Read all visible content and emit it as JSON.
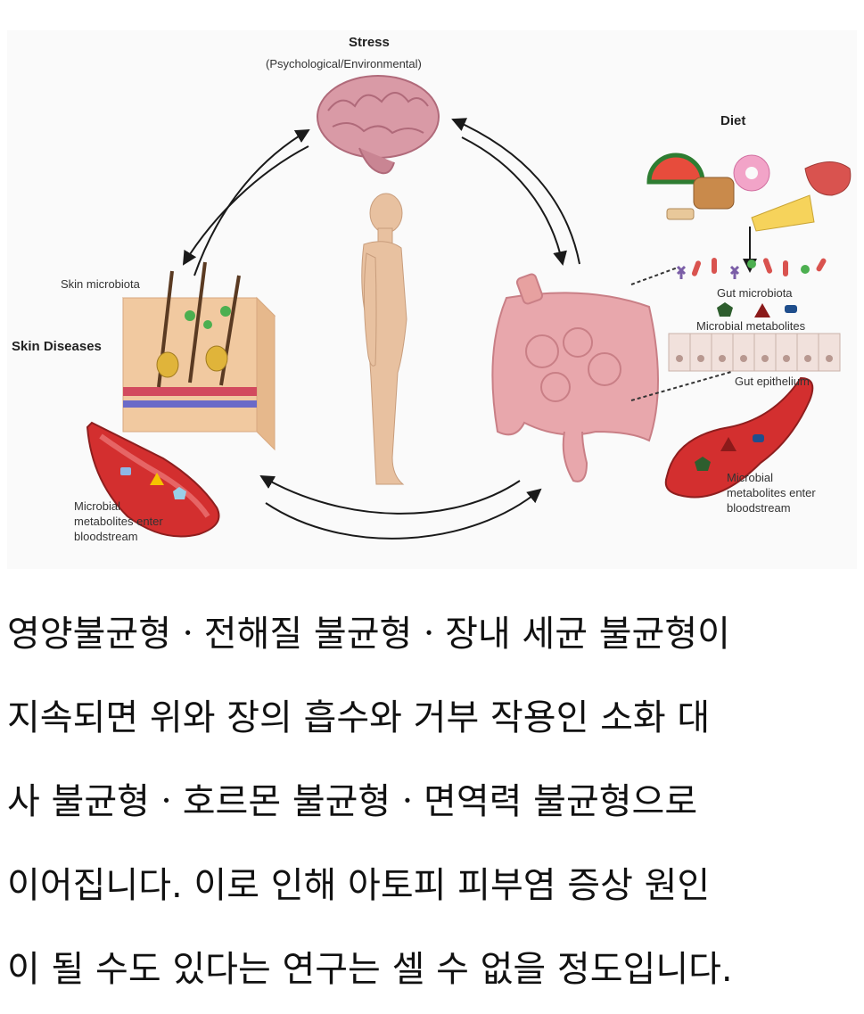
{
  "diagram": {
    "stress_title": "Stress",
    "stress_subtitle": "(Psychological/Environmental)",
    "diet_label": "Diet",
    "skin_microbiota_label": "Skin microbiota",
    "skin_diseases_label": "Skin Diseases",
    "gut_microbiota_label": "Gut microbiota",
    "microbial_metabolites_label": "Microbial metabolites",
    "gut_epithelium_label": "Gut epithelium",
    "left_blood_label": [
      "Microbial",
      "metabolites enter",
      "bloodstream"
    ],
    "right_blood_label": [
      "Microbial",
      "metabolites enter",
      "bloodstream"
    ]
  },
  "caption": {
    "lines": [
      "영양불균형ㆍ전해질 불균형ㆍ장내 세균 불균형이",
      "지속되면 위와 장의 흡수와 거부 작용인 소화 대",
      "사 불균형ㆍ호르몬 불균형ㆍ면역력 불균형으로",
      "이어집니다. 이로 인해 아토피 피부염 증상 원인",
      "이 될 수도 있다는 연구는 셀 수 없을 정도입니다."
    ]
  },
  "colors": {
    "brain": "#d99aa6",
    "skin_tissue": "#f1c9a0",
    "intestine": "#e8a7ac",
    "blood_vessel": "#c0392b",
    "arrow": "#1a1a1a"
  }
}
